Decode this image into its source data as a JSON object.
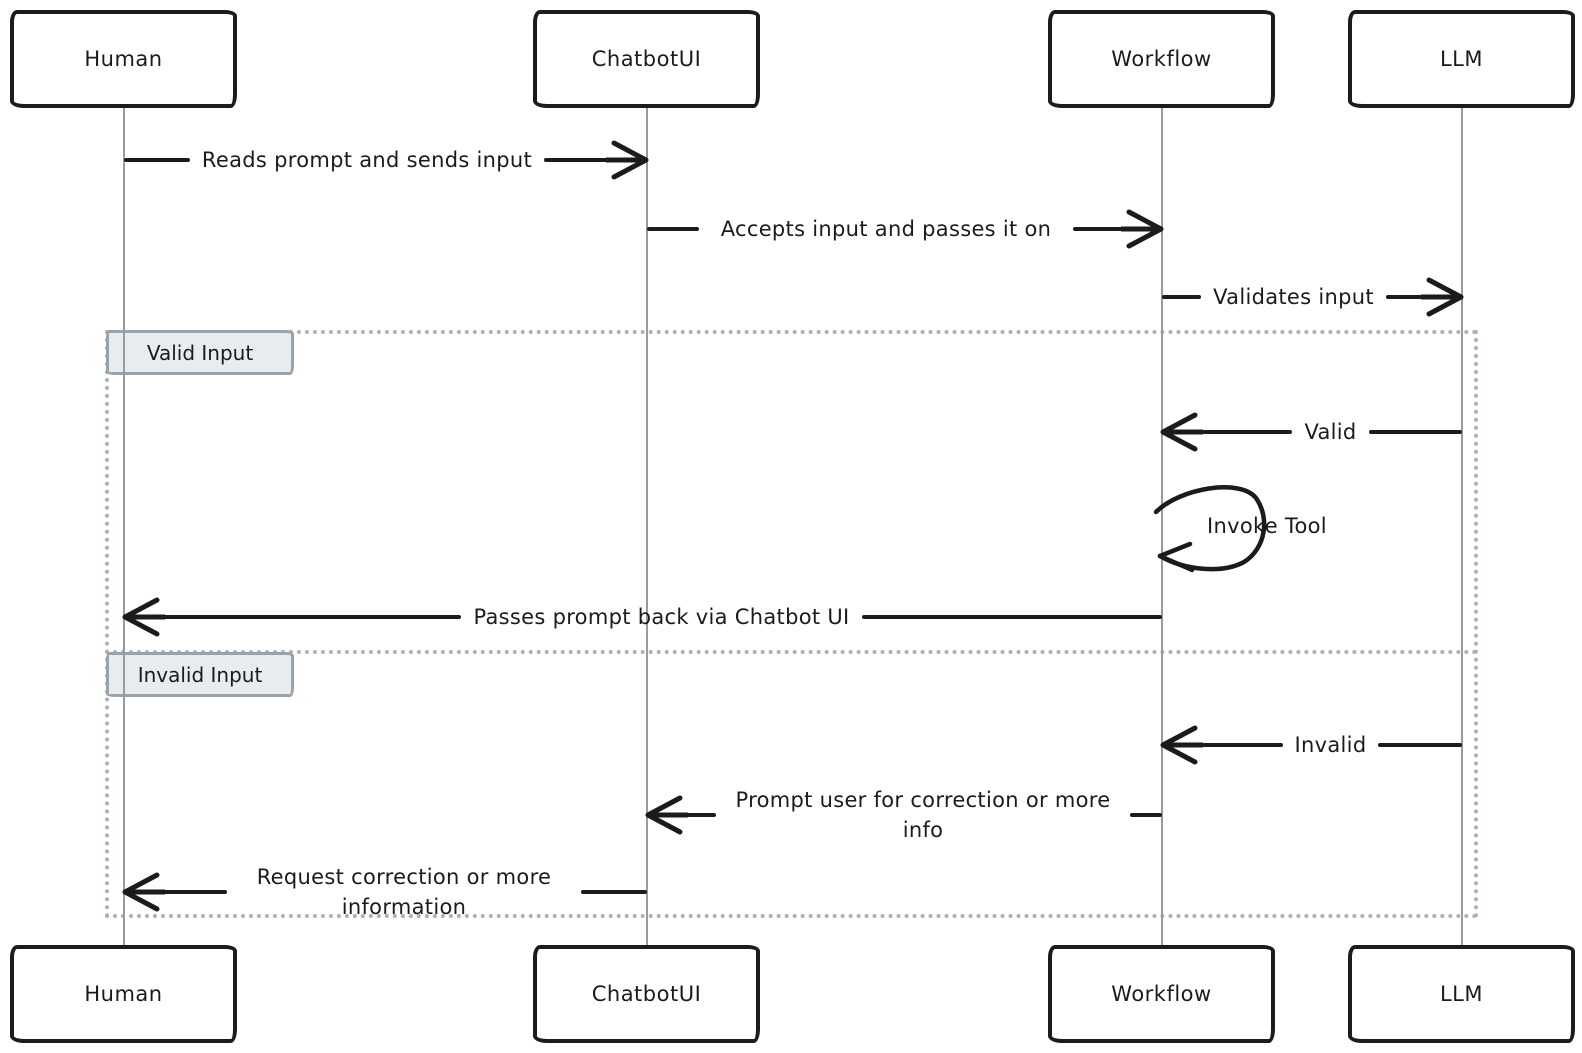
{
  "actors": [
    {
      "name": "Human"
    },
    {
      "name": "ChatbotUI"
    },
    {
      "name": "Workflow"
    },
    {
      "name": "LLM"
    }
  ],
  "messages": [
    {
      "from": "Human",
      "to": "ChatbotUI",
      "label": "Reads prompt and sends input"
    },
    {
      "from": "ChatbotUI",
      "to": "Workflow",
      "label": "Accepts input and passes it on"
    },
    {
      "from": "Workflow",
      "to": "LLM",
      "label": "Validates input"
    },
    {
      "from": "LLM",
      "to": "Workflow",
      "label": "Valid"
    },
    {
      "from": "Workflow",
      "to": "Workflow",
      "label": "Invoke Tool"
    },
    {
      "from": "Workflow",
      "to": "Human",
      "label": "Passes prompt back via Chatbot UI"
    },
    {
      "from": "LLM",
      "to": "Workflow",
      "label": "Invalid"
    },
    {
      "from": "Workflow",
      "to": "ChatbotUI",
      "label": "Prompt user for correction or more info"
    },
    {
      "from": "ChatbotUI",
      "to": "Human",
      "label": "Request correction or more information"
    }
  ],
  "alt_frame": {
    "sections": [
      {
        "label": "Valid Input"
      },
      {
        "label": "Invalid Input"
      }
    ]
  },
  "colors": {
    "stroke": "#1b1b1b",
    "lifeline": "#9a9a9a",
    "frame_border": "#a8b2ba",
    "section_label_fill": "#e8ecee",
    "section_label_border": "#98a4ac",
    "background": "#ffffff"
  }
}
